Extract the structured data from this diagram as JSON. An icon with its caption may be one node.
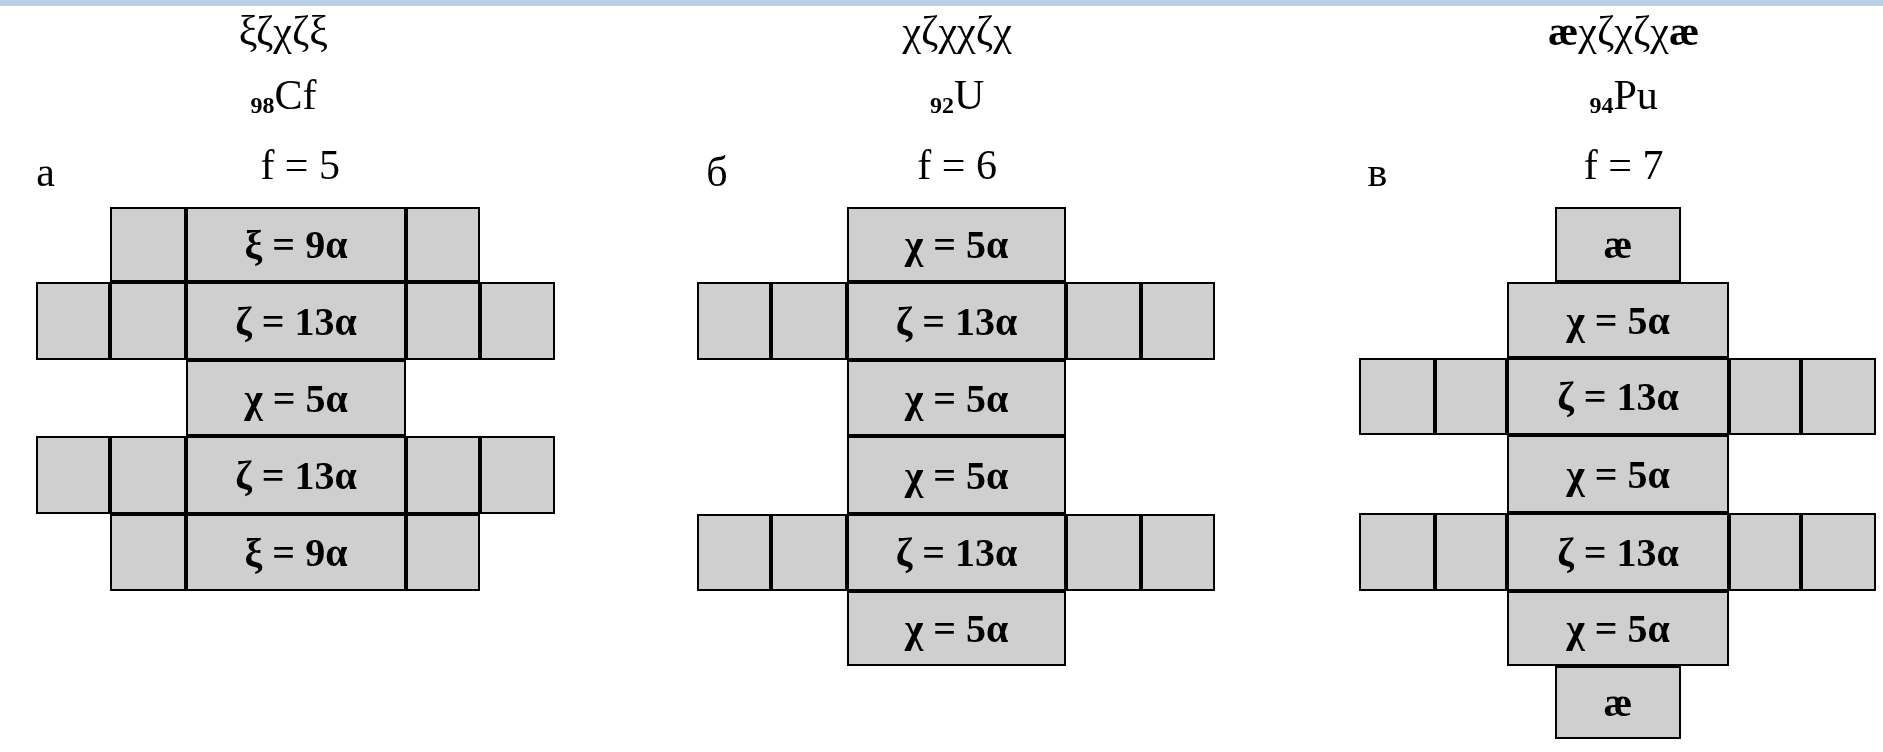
{
  "diagram": {
    "nodes": [
      {
        "text": [],
        "shape": "box"
      },
      {
        "text": [
          "ξ = 9α"
        ]
      },
      {
        "text": [],
        "shape": "box"
      },
      {
        "text": [],
        "shape": "box"
      },
      {
        "text": [],
        "shape": "box"
      },
      {
        "text": [
          "ζ = 13α"
        ]
      },
      {
        "text": [],
        "shape": "box"
      },
      {
        "text": [],
        "shape": "box"
      },
      {
        "text": [
          "χ = 5α"
        ]
      },
      {
        "text": [],
        "shape": "box"
      },
      {
        "text": [],
        "shape": "box"
      },
      {
        "text": [
          "ζ = 13α"
        ]
      },
      {
        "text": [],
        "shape": "box"
      },
      {
        "text": [],
        "shape": "box"
      },
      {
        "text": [],
        "shape": "box"
      },
      {
        "text": [
          "ξ = 9α"
        ]
      },
      {
        "text": [],
        "shape": "box"
      },
      {
        "text": [
          "χ = 5α"
        ]
      },
      {
        "text": [],
        "shape": "box"
      },
      {
        "text": [],
        "shape": "box"
      },
      {
        "text": [
          "ζ = 13α"
        ]
      },
      {
        "text": [],
        "shape": "box"
      },
      {
        "text": [],
        "shape": "box"
      },
      {
        "text": [
          "χ = 5α"
        ]
      },
      {
        "text": [
          "χ = 5α"
        ]
      },
      {
        "text": [],
        "shape": "box"
      },
      {
        "text": [],
        "shape": "box"
      },
      {
        "text": [
          "ζ = 13α"
        ]
      },
      {
        "text": [],
        "shape": "box"
      },
      {
        "text": [],
        "shape": "box"
      },
      {
        "text": [
          "χ = 5α"
        ]
      },
      {
        "text": [
          "æ"
        ]
      },
      {
        "text": [
          "χ = 5α"
        ]
      },
      {
        "text": [],
        "shape": "box"
      },
      {
        "text": [],
        "shape": "box"
      },
      {
        "text": [
          "ζ = 13α"
        ]
      },
      {
        "text": [],
        "shape": "box"
      },
      {
        "text": [],
        "shape": "box"
      },
      {
        "text": [
          "χ = 5α"
        ]
      },
      {
        "text": [],
        "shape": "box"
      },
      {
        "text": [],
        "shape": "box"
      },
      {
        "text": [
          "ζ = 13α"
        ]
      },
      {
        "text": [],
        "shape": "box"
      },
      {
        "text": [],
        "shape": "box"
      },
      {
        "text": [
          "χ = 5α"
        ]
      },
      {
        "text": [
          "æ"
        ]
      }
    ],
    "labels": [
      "ξζχζξ",
      "χζχχζχ",
      "**æ**χζχζχ**æ**",
      "$_{98}$Cf",
      "$_{92}$U",
      "$_{94}$Pu",
      "а",
      "f = 5",
      "б",
      "f = 6",
      "в",
      "f = 7"
    ]
  }
}
